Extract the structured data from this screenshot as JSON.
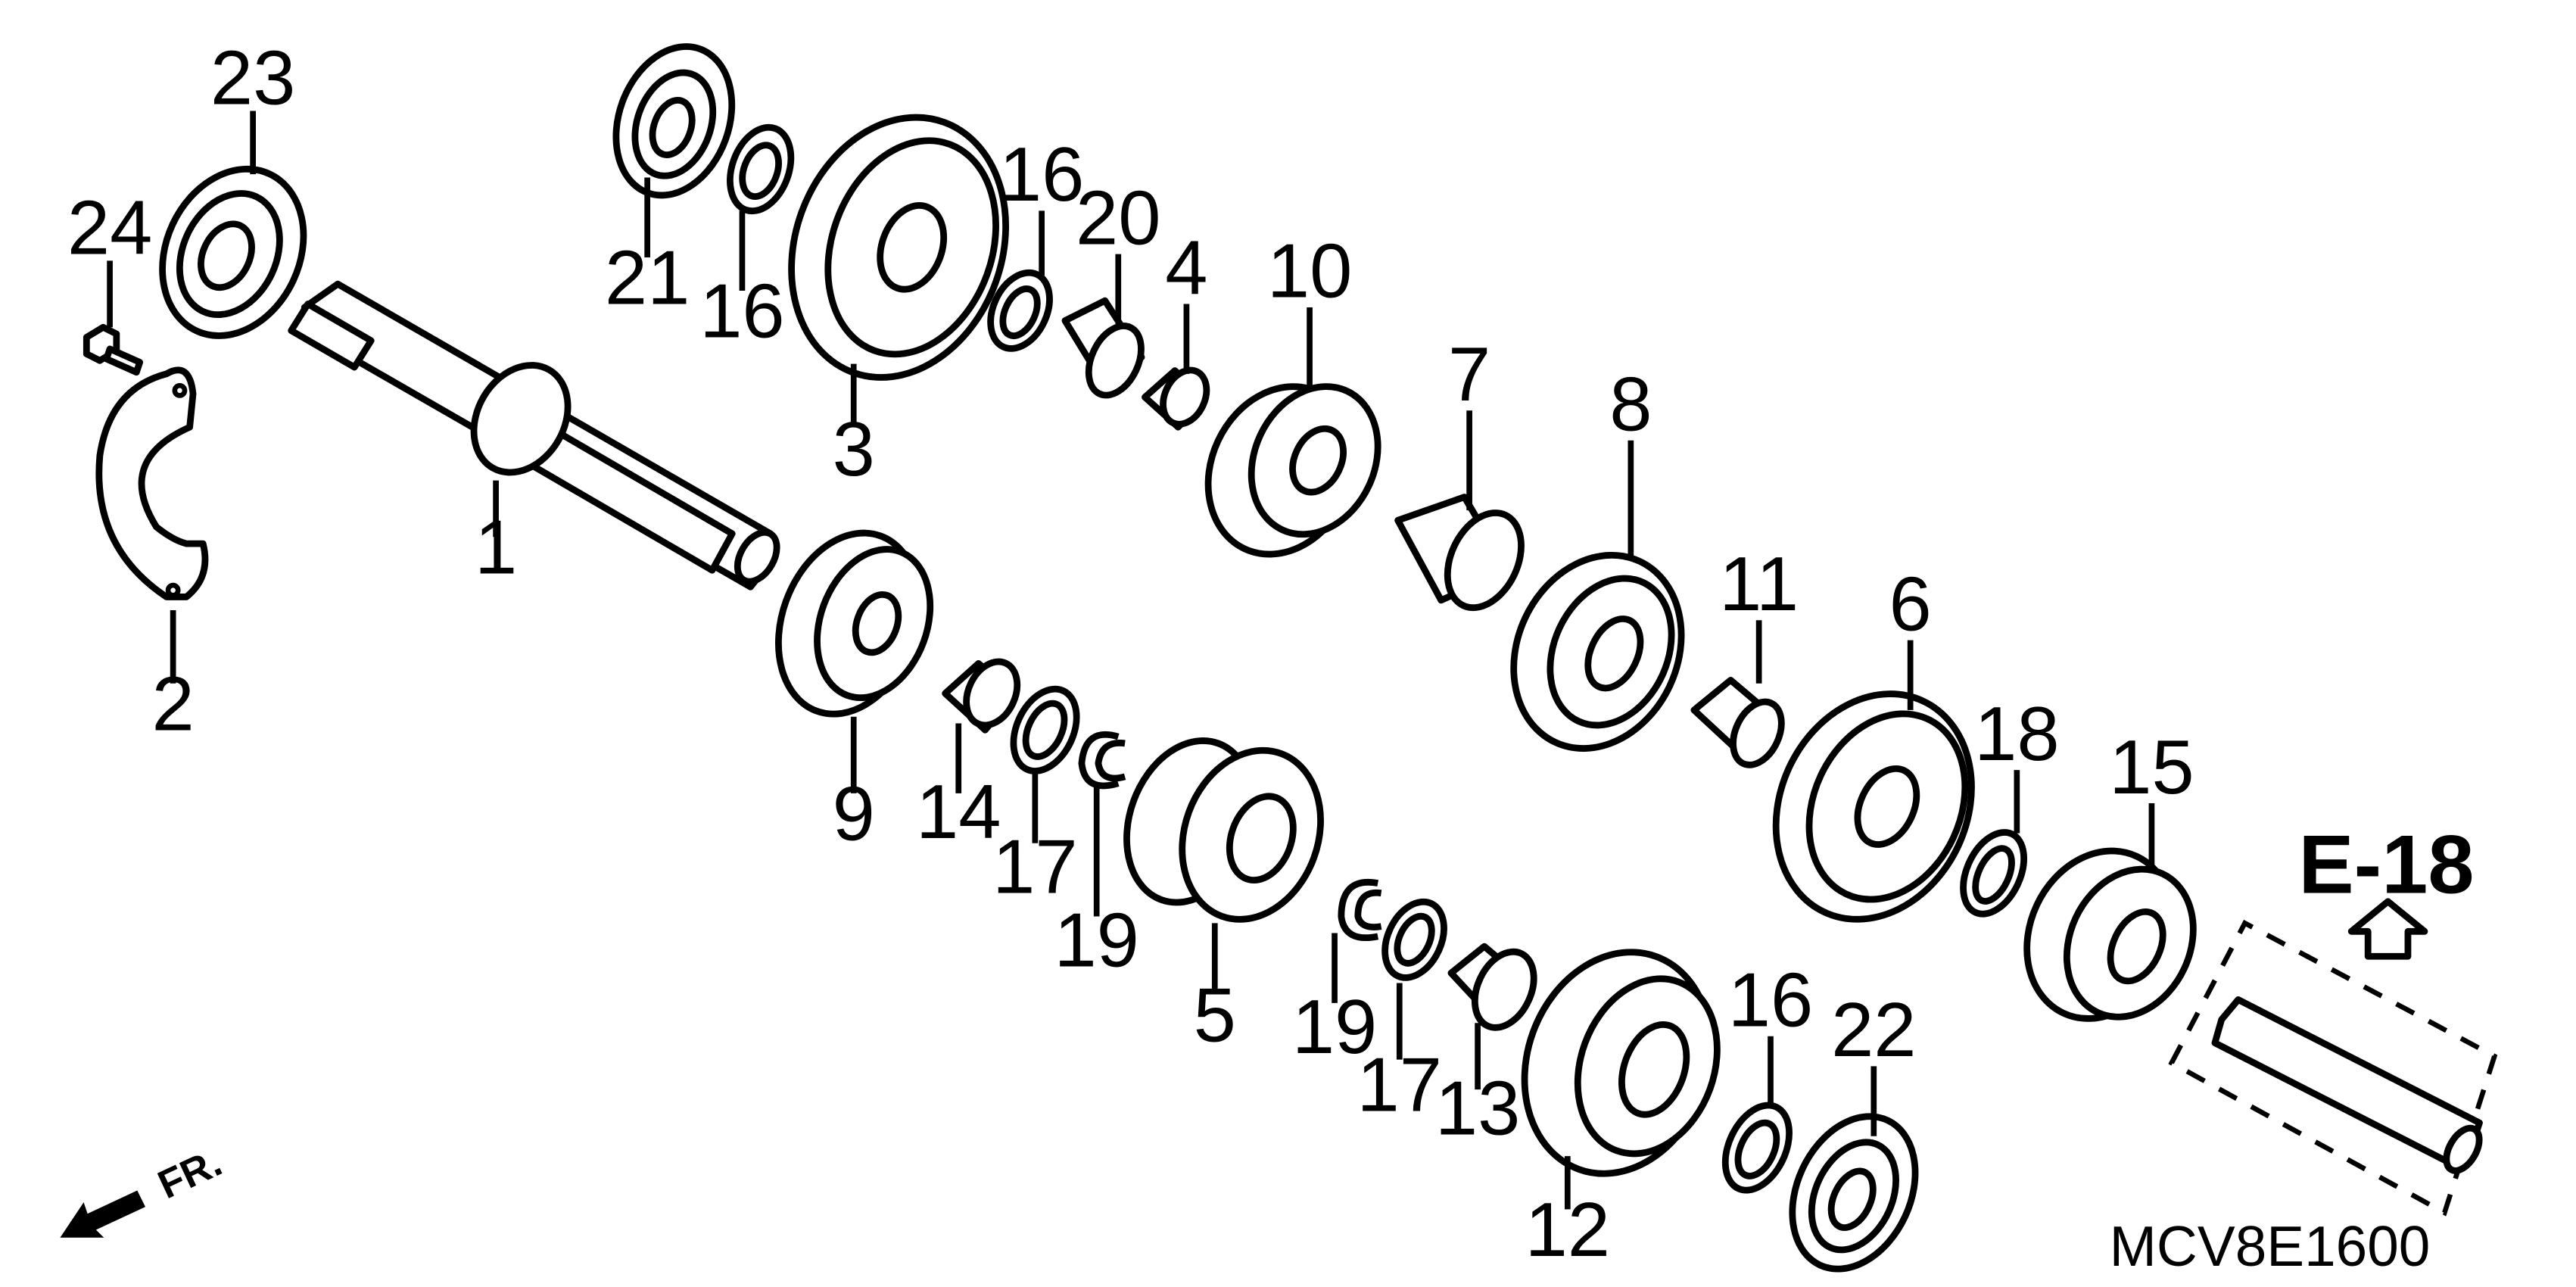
{
  "callouts": [
    {
      "label": "1"
    },
    {
      "label": "2"
    },
    {
      "label": "3"
    },
    {
      "label": "4"
    },
    {
      "label": "5"
    },
    {
      "label": "6"
    },
    {
      "label": "7"
    },
    {
      "label": "8"
    },
    {
      "label": "9"
    },
    {
      "label": "10"
    },
    {
      "label": "11"
    },
    {
      "label": "12"
    },
    {
      "label": "13"
    },
    {
      "label": "14"
    },
    {
      "label": "15"
    },
    {
      "label": "16"
    },
    {
      "label": "16"
    },
    {
      "label": "16"
    },
    {
      "label": "17"
    },
    {
      "label": "17"
    },
    {
      "label": "18"
    },
    {
      "label": "19"
    },
    {
      "label": "19"
    },
    {
      "label": "20"
    },
    {
      "label": "21"
    },
    {
      "label": "22"
    },
    {
      "label": "23"
    },
    {
      "label": "24"
    }
  ],
  "reference": {
    "label": "E-18"
  },
  "direction": {
    "label": "FR."
  },
  "diagram_code": "MCV8E1600"
}
